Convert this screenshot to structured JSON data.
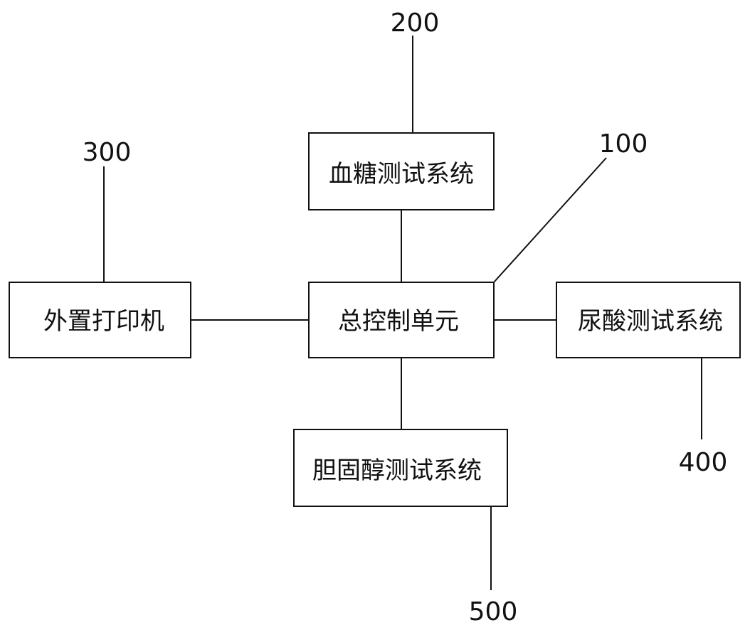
{
  "blocks": {
    "control_unit": "总控制单元",
    "blood_glucose": "血糖测试系统",
    "printer": "外置打印机",
    "uric_acid": "尿酸测试系统",
    "cholesterol": "胆固醇测试系统"
  },
  "refs": {
    "r100": "100",
    "r200": "200",
    "r300": "300",
    "r400": "400",
    "r500": "500"
  }
}
